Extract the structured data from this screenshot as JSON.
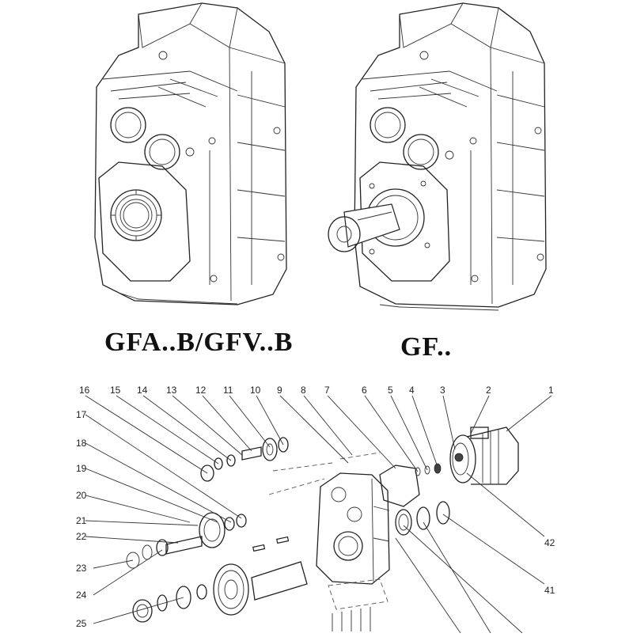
{
  "captions": {
    "left": "GFA..B/GFV..B",
    "right": "GF.."
  },
  "callouts": {
    "top": [
      "16",
      "15",
      "14",
      "13",
      "12",
      "11",
      "10",
      "9",
      "8",
      "7",
      "6",
      "5",
      "4",
      "3",
      "2",
      "1"
    ],
    "left": [
      "17",
      "18",
      "19",
      "20",
      "21",
      "22",
      "23",
      "24",
      "25"
    ],
    "right": [
      "42",
      "41"
    ]
  }
}
